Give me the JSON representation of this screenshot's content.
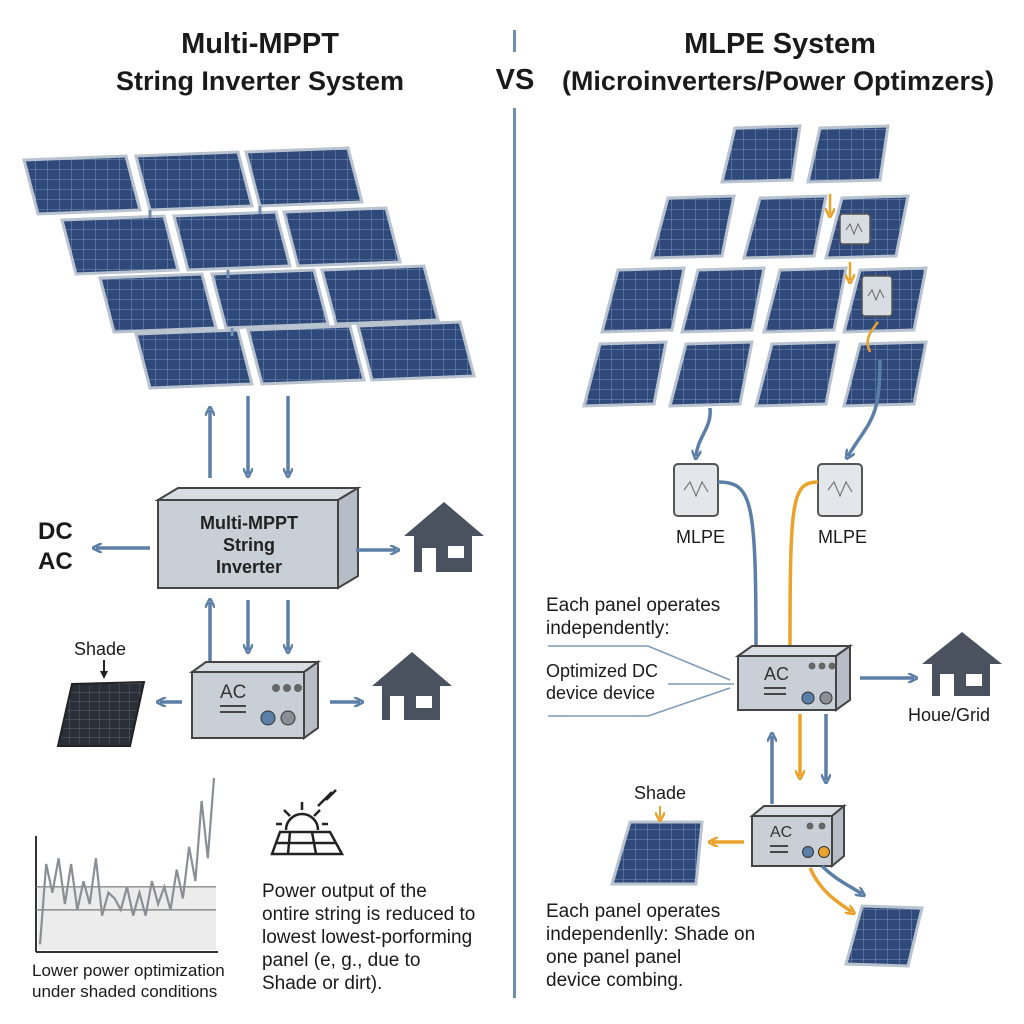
{
  "left": {
    "title_line1": "Multi-MPPT",
    "title_line2": "String Inverter System",
    "inverter_label": [
      "Multi-MPPT",
      "String",
      "Inverter"
    ],
    "dc_label": "DC",
    "ac_label": "AC",
    "shade_label": "Shade",
    "ac_box_label": "AC",
    "chart_caption_line1": "Lower power optimization",
    "chart_caption_line2": "under shaded conditions",
    "desc": [
      "Power output of the",
      "ontire string is reduced to",
      "lowest lowest-porforming",
      "panel (e, g., due to",
      "Shade or dirt)."
    ]
  },
  "vs_label": "VS",
  "right": {
    "title_line1": "MLPE System",
    "title_line2": "(Microinverters/Power Optimzers)",
    "mlpe_label_1": "MLPE",
    "mlpe_label_2": "MLPE",
    "independent_line1": "Each panel operates",
    "independent_line2": "independently:",
    "optimized_line1": "Optimized DC",
    "optimized_line2": "device device",
    "ac_box_label": "AC",
    "ac_box_label_2": "AC",
    "grid_label": "Houe/Grid",
    "shade_label": "Shade",
    "desc": [
      "Each panel operates",
      "independenlly: Shade on",
      "one panel panel",
      "device combing."
    ]
  },
  "chart_data": {
    "type": "line",
    "series": [
      {
        "values": [
          0.05,
          0.75,
          0.5,
          0.8,
          0.4,
          0.75,
          0.35,
          0.6,
          0.4,
          0.8,
          0.3,
          0.5,
          0.45,
          0.35,
          0.55,
          0.3,
          0.5,
          0.3,
          0.6,
          0.4,
          0.55,
          0.35,
          0.7,
          0.45,
          0.9,
          0.6,
          1.3,
          0.8,
          1.5
        ]
      }
    ],
    "reference_lines": [
      0.55,
      0.35
    ]
  },
  "colors": {
    "arrow_blue": "#5b7fa6",
    "arrow_orange": "#eaa22a",
    "panel_blue": "#2f4a7a",
    "house": "#4a5260"
  }
}
